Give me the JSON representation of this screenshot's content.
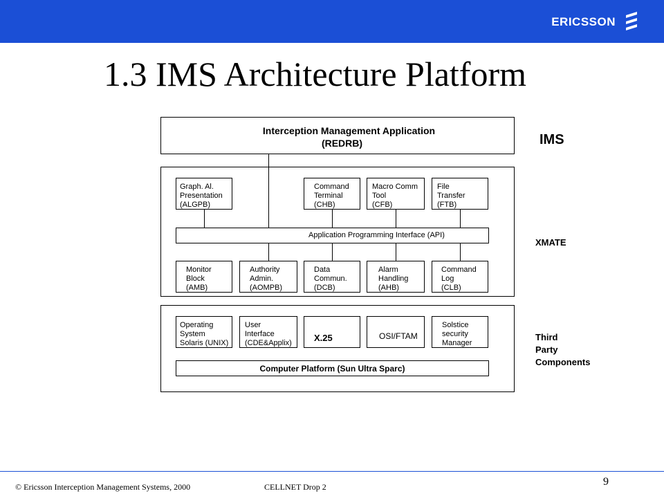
{
  "header": {
    "brand": "ERICSSON",
    "brand_color": "#1b4fd6"
  },
  "title": "1.3 IMS Architecture Platform",
  "diagram": {
    "ima": {
      "line1": "Interception Management Application",
      "line2": "(REDRB)"
    },
    "xmate_blocks": {
      "algpb": "Graph. Al.\nPresentation\n(ALGPB)",
      "chb": "Command\nTerminal\n(CHB)",
      "cfb": "Macro Comm\nTool\n(CFB)",
      "ftb": "File\nTransfer\n(FTB)",
      "api": "Application Programming Interface (API)",
      "amb": "Monitor\nBlock\n(AMB)",
      "aompb": "Authority\nAdmin.\n(AOMPB)",
      "dcb": "Data\nCommun.\n(DCB)",
      "ahb": "Alarm\nHandling\n(AHB)",
      "clb": "Command\nLog\n(CLB)"
    },
    "third_party": {
      "os": "Operating\nSystem\nSolaris (UNIX)",
      "ui": "User\nInterface\n(CDE&Applix)",
      "x25": "X.25",
      "osi": "OSI/FTAM",
      "solstice": "Solstice\nsecurity\nManager",
      "platform": "Computer Platform (Sun Ultra Sparc)"
    },
    "side_labels": {
      "ims": "IMS",
      "xmate": "XMATE",
      "third": "Third\nParty\nComponents"
    }
  },
  "footer": {
    "copyright": "© Ericsson Interception Management Systems, 2000",
    "drop": "CELLNET  Drop 2",
    "page": "9"
  }
}
